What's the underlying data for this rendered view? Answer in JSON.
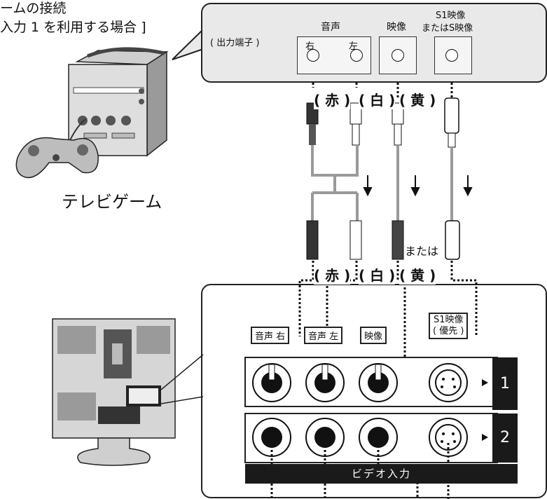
{
  "title": {
    "line1": "ームの接続",
    "line2": "入力 1 を利用する場合 ]"
  },
  "top_panel": {
    "output_label": "( 出力端子 )",
    "audio_label": "音声",
    "right_label": "右",
    "left_label": "左",
    "video_label": "映像",
    "s1_label_line1": "S1映像",
    "s1_label_line2": "またはS映像"
  },
  "cable_colors": {
    "red": "( 赤 )",
    "white": "( 白 )",
    "yellow": "( 黄 )"
  },
  "game_caption": "テレビゲーム",
  "or_label": "または",
  "bottom_panel": {
    "tag_audio_right": "音声 右",
    "tag_audio_left": "音声 左",
    "tag_video": "映像",
    "tag_s1_line1": "S1映像",
    "tag_s1_line2": "( 優先 )",
    "row1": "1",
    "row2": "2",
    "band_label": "ビデオ入力"
  },
  "icons": [
    "game-console-icon",
    "game-controller-icon",
    "tv-rear-icon",
    "rca-plug-icon",
    "s-video-plug-icon",
    "down-arrow-icon"
  ]
}
